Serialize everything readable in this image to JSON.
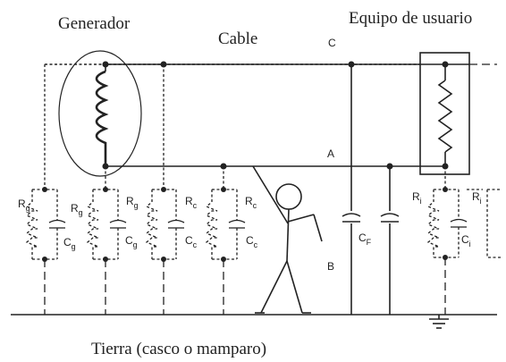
{
  "titles": {
    "generator": "Generador",
    "cable": "Cable",
    "user_equipment": "Equipo de usuario",
    "ground": "Tierra (casco o mamparo)"
  },
  "nodes": {
    "c": "C",
    "a": "A",
    "b": "B"
  },
  "components": {
    "rg_1": "R",
    "rg_1_sub": "g",
    "rg_2": "R",
    "rg_2_sub": "g",
    "rg_3": "R",
    "rg_3_sub": "g",
    "cg_1": "C",
    "cg_1_sub": "g",
    "cg_2": "C",
    "cg_2_sub": "g",
    "rc_1": "R",
    "rc_1_sub": "c",
    "rc_2": "R",
    "rc_2_sub": "c",
    "cc_1": "C",
    "cc_1_sub": "c",
    "cc_2": "C",
    "cc_2_sub": "c",
    "cf": "C",
    "cf_sub": "F",
    "ri_1": "R",
    "ri_1_sub": "i",
    "ri_2": "R",
    "ri_2_sub": "i",
    "ci": "C",
    "ci_sub": "i"
  },
  "colors": {
    "ink": "#222222",
    "background": "#ffffff"
  }
}
